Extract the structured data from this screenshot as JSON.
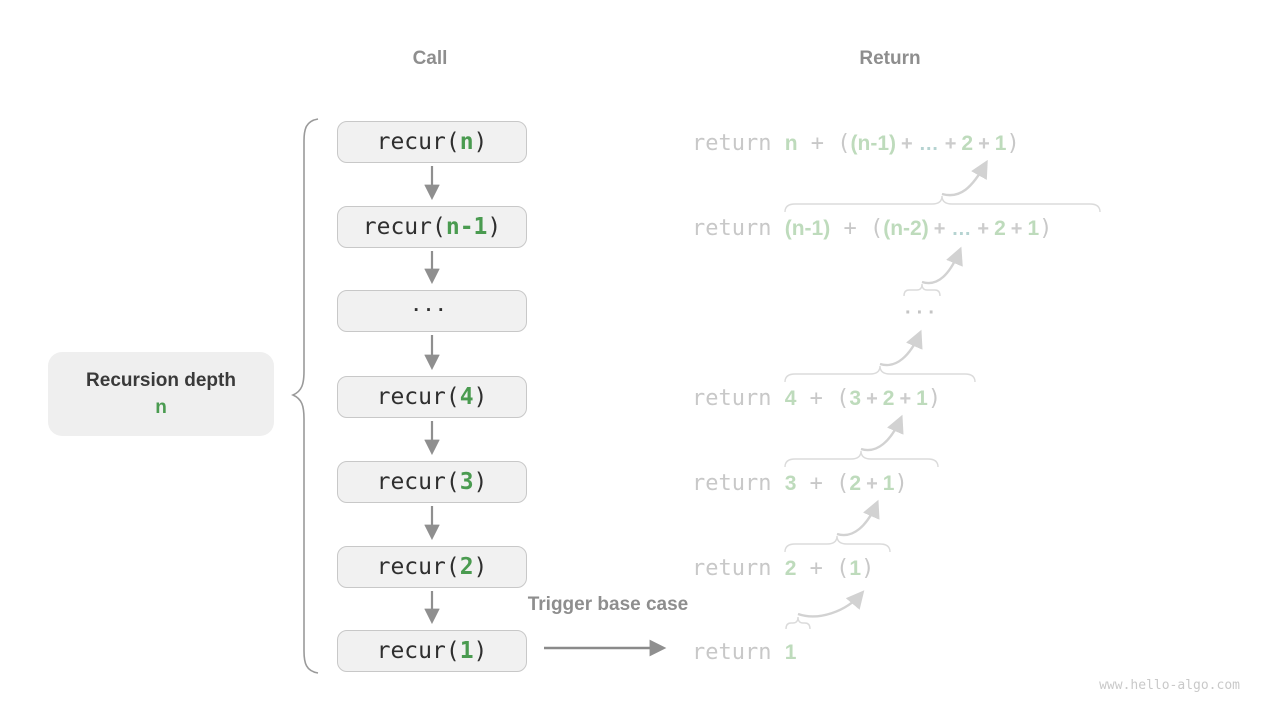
{
  "headers": {
    "call": "Call",
    "return": "Return"
  },
  "recursion_label": {
    "line1": "Recursion depth",
    "line2": "n"
  },
  "trigger_label": "Trigger base case",
  "watermark": "www.hello-algo.com",
  "colors": {
    "accent_green": "#4a9b50",
    "faded_green": "#bedbbc",
    "faded_teal": "#b5d3d1",
    "faded_gray": "#c8c8c8",
    "label_gray": "#8e8e8e",
    "dark_text": "#2f2f2f",
    "box_fill": "#f1f1f1",
    "box_border": "#c8c8c8"
  },
  "call_stack": [
    {
      "text": "recur(n)",
      "tokens": [
        {
          "t": "recur(",
          "c": "dark"
        },
        {
          "t": "n",
          "c": "green"
        },
        {
          "t": ")",
          "c": "dark"
        }
      ]
    },
    {
      "text": "recur(n-1)",
      "tokens": [
        {
          "t": "recur(",
          "c": "dark"
        },
        {
          "t": "n-1",
          "c": "green"
        },
        {
          "t": ")",
          "c": "dark"
        }
      ]
    },
    {
      "text": "···",
      "tokens": [
        {
          "t": "···",
          "c": "dots"
        }
      ]
    },
    {
      "text": "recur(4)",
      "tokens": [
        {
          "t": "recur(",
          "c": "dark"
        },
        {
          "t": "4",
          "c": "green"
        },
        {
          "t": ")",
          "c": "dark"
        }
      ]
    },
    {
      "text": "recur(3)",
      "tokens": [
        {
          "t": "recur(",
          "c": "dark"
        },
        {
          "t": "3",
          "c": "green"
        },
        {
          "t": ")",
          "c": "dark"
        }
      ]
    },
    {
      "text": "recur(2)",
      "tokens": [
        {
          "t": "recur(",
          "c": "dark"
        },
        {
          "t": "2",
          "c": "green"
        },
        {
          "t": ")",
          "c": "dark"
        }
      ]
    },
    {
      "text": "recur(1)",
      "tokens": [
        {
          "t": "recur(",
          "c": "dark"
        },
        {
          "t": "1",
          "c": "green"
        },
        {
          "t": ")",
          "c": "dark"
        }
      ]
    }
  ],
  "returns": [
    {
      "text": "return n + ((n-1) + … + 2 + 1)",
      "tokens": [
        {
          "t": "return ",
          "c": "kw"
        },
        {
          "t": "n",
          "c": "g"
        },
        {
          "t": " + ",
          "c": "m"
        },
        {
          "t": "(",
          "c": "m"
        },
        {
          "t": "(n-1)",
          "c": "g"
        },
        {
          "t": "+",
          "c": "op"
        },
        {
          "t": "…",
          "c": "d"
        },
        {
          "t": "+",
          "c": "op"
        },
        {
          "t": "2",
          "c": "g"
        },
        {
          "t": "+",
          "c": "op"
        },
        {
          "t": "1",
          "c": "g"
        },
        {
          "t": ")",
          "c": "m"
        }
      ]
    },
    {
      "text": "return (n-1) + ((n-2) + … + 2 + 1)",
      "tokens": [
        {
          "t": "return ",
          "c": "kw"
        },
        {
          "t": "(n-1)",
          "c": "g"
        },
        {
          "t": " + ",
          "c": "m"
        },
        {
          "t": "(",
          "c": "m"
        },
        {
          "t": "(n-2)",
          "c": "g"
        },
        {
          "t": "+",
          "c": "op"
        },
        {
          "t": "…",
          "c": "d"
        },
        {
          "t": "+",
          "c": "op"
        },
        {
          "t": "2",
          "c": "g"
        },
        {
          "t": "+",
          "c": "op"
        },
        {
          "t": "1",
          "c": "g"
        },
        {
          "t": ")",
          "c": "m"
        }
      ]
    },
    {
      "text": "···",
      "tokens": [
        {
          "t": "···",
          "c": "dots"
        }
      ]
    },
    {
      "text": "return 4 + (3 + 2 + 1)",
      "tokens": [
        {
          "t": "return ",
          "c": "kw"
        },
        {
          "t": "4",
          "c": "g"
        },
        {
          "t": " + ",
          "c": "m"
        },
        {
          "t": "(",
          "c": "m"
        },
        {
          "t": "3",
          "c": "g"
        },
        {
          "t": "+",
          "c": "op"
        },
        {
          "t": "2",
          "c": "g"
        },
        {
          "t": "+",
          "c": "op"
        },
        {
          "t": "1",
          "c": "g"
        },
        {
          "t": ")",
          "c": "m"
        }
      ]
    },
    {
      "text": "return 3 + (2 + 1)",
      "tokens": [
        {
          "t": "return ",
          "c": "kw"
        },
        {
          "t": "3",
          "c": "g"
        },
        {
          "t": " + ",
          "c": "m"
        },
        {
          "t": "(",
          "c": "m"
        },
        {
          "t": "2",
          "c": "g"
        },
        {
          "t": "+",
          "c": "op"
        },
        {
          "t": "1",
          "c": "g"
        },
        {
          "t": ")",
          "c": "m"
        }
      ]
    },
    {
      "text": "return 2 + (1)",
      "tokens": [
        {
          "t": "return ",
          "c": "kw"
        },
        {
          "t": "2",
          "c": "g"
        },
        {
          "t": " + ",
          "c": "m"
        },
        {
          "t": "(",
          "c": "m"
        },
        {
          "t": "1",
          "c": "g"
        },
        {
          "t": ")",
          "c": "m"
        }
      ]
    },
    {
      "text": "return 1",
      "tokens": [
        {
          "t": "return ",
          "c": "kw"
        },
        {
          "t": "1",
          "c": "g"
        }
      ]
    }
  ]
}
